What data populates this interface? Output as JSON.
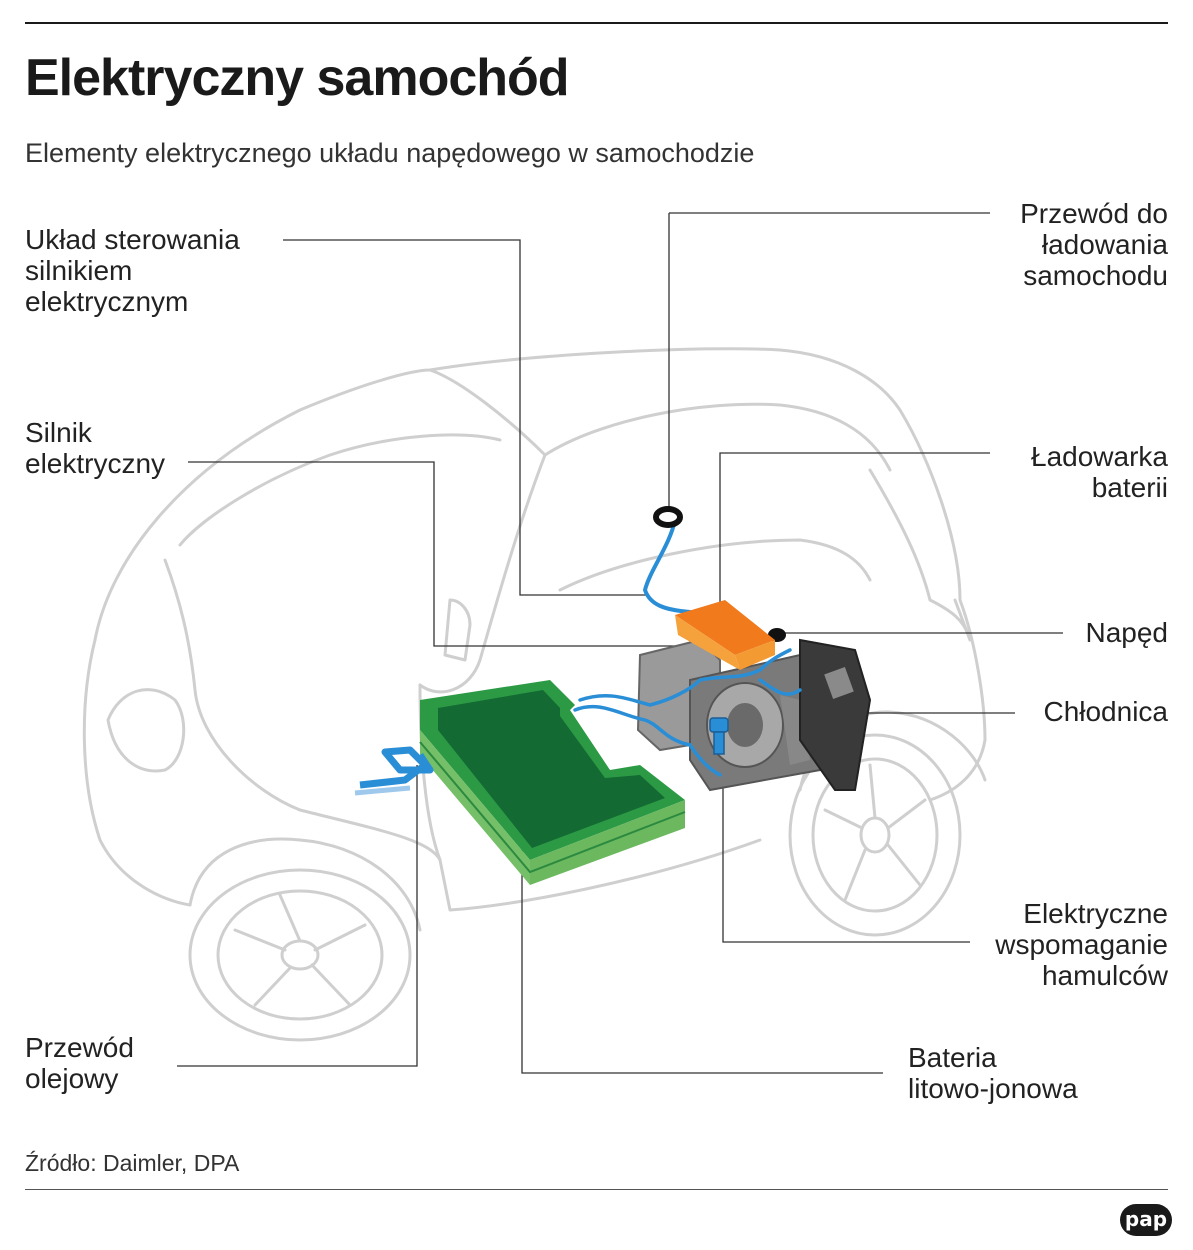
{
  "title": "Elektryczny samochód",
  "subtitle": "Elementy elektrycznego układu napędowego w samochodzie",
  "labels": {
    "uklad_sterowania": [
      "Układ sterowania",
      "silnikiem",
      "elektrycznym"
    ],
    "silnik": [
      "Silnik",
      "elektryczny"
    ],
    "przewod_olejowy": [
      "Przewód",
      "olejowy"
    ],
    "przewod_ladowania": [
      "Przewód do",
      "ładowania",
      "samochodu"
    ],
    "ladowarka": [
      "Ładowarka",
      "baterii"
    ],
    "naped": [
      "Napęd"
    ],
    "chlodnica": [
      "Chłodnica"
    ],
    "hamulce": [
      "Elektryczne",
      "wspomaganie",
      "hamulców"
    ],
    "bateria": [
      "Bateria",
      "litowo-jonowa"
    ]
  },
  "source": "Źródło: Daimler, DPA",
  "logo": "pap",
  "colors": {
    "car_outline": "#cfcfcf",
    "battery_dark": "#1a6b35",
    "battery_light": "#3ea84a",
    "charger": "#f07a1c",
    "cable": "#2a8ed6",
    "motor": "#8a8a8a",
    "leader": "#333333"
  }
}
